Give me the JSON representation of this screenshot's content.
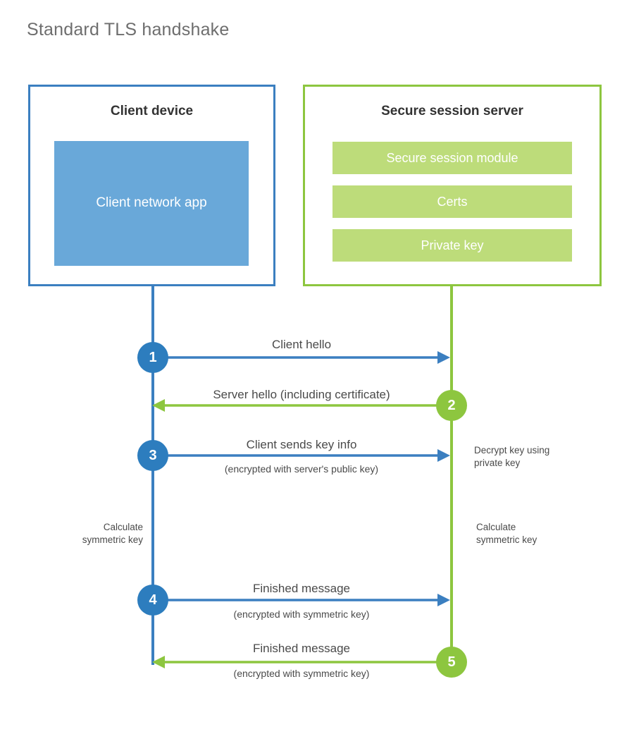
{
  "title": "Standard TLS handshake",
  "colors": {
    "client_accent": "#3b7fc0",
    "client_badge": "#2d7dbe",
    "client_block": "#69a8d9",
    "server_accent": "#8dc63f",
    "server_block": "#bddc7a",
    "text": "#4a4a4a",
    "title_text": "#6e6e6e",
    "background": "#ffffff"
  },
  "client": {
    "title": "Client device",
    "block_label": "Client network app"
  },
  "server": {
    "title": "Secure session server",
    "bars": [
      {
        "label": "Secure session module"
      },
      {
        "label": "Certs"
      },
      {
        "label": "Private key"
      }
    ]
  },
  "steps": [
    {
      "number": "1",
      "side": "client",
      "direction": "to-server",
      "primary": "Client hello",
      "secondary": ""
    },
    {
      "number": "2",
      "side": "server",
      "direction": "to-client",
      "primary": "Server hello (including certificate)",
      "secondary": ""
    },
    {
      "number": "3",
      "side": "client",
      "direction": "to-server",
      "primary": "Client sends key info",
      "secondary": "(encrypted with server's public key)"
    },
    {
      "number": "4",
      "side": "client",
      "direction": "to-server",
      "primary": "Finished message",
      "secondary": "(encrypted with symmetric key)"
    },
    {
      "number": "5",
      "side": "server",
      "direction": "to-client",
      "primary": "Finished message",
      "secondary": "(encrypted with symmetric key)"
    }
  ],
  "notes": {
    "decrypt_line1": "Decrypt key using",
    "decrypt_line2": "private key",
    "client_symmetric_line1": "Calculate",
    "client_symmetric_line2": "symmetric key",
    "server_symmetric_line1": "Calculate",
    "server_symmetric_line2": "symmetric key"
  }
}
